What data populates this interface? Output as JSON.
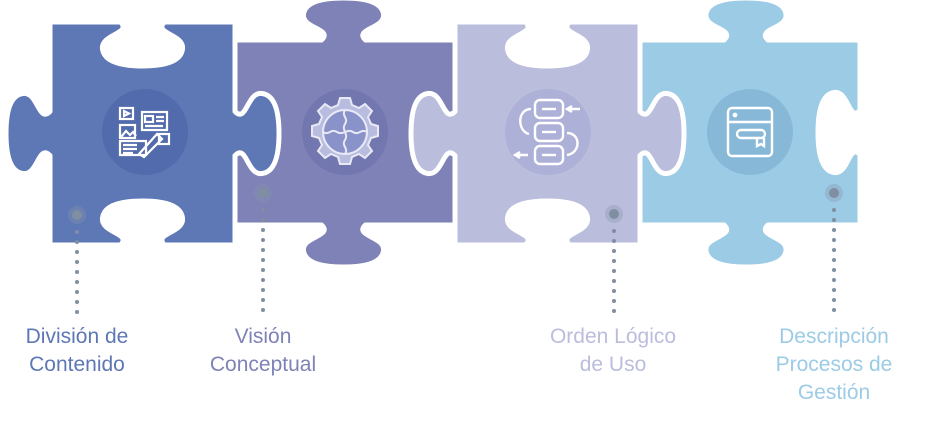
{
  "steps": [
    {
      "lines": [
        "División de",
        "Contenido"
      ],
      "color": "#5e77b5",
      "icon": "content-media-icon"
    },
    {
      "lines": [
        "Visión",
        "Conceptual"
      ],
      "color": "#7e82b6",
      "icon": "gear-puzzle-icon"
    },
    {
      "lines": [
        "Orden Lógico",
        "de Uso"
      ],
      "color": "#bbbddd",
      "icon": "flow-order-icon"
    },
    {
      "lines": [
        "Descripción",
        "Procesos de",
        "Gestión"
      ],
      "color": "#9ccbe6",
      "icon": "browser-window-icon"
    }
  ],
  "dot_color": "#7f8ea0"
}
